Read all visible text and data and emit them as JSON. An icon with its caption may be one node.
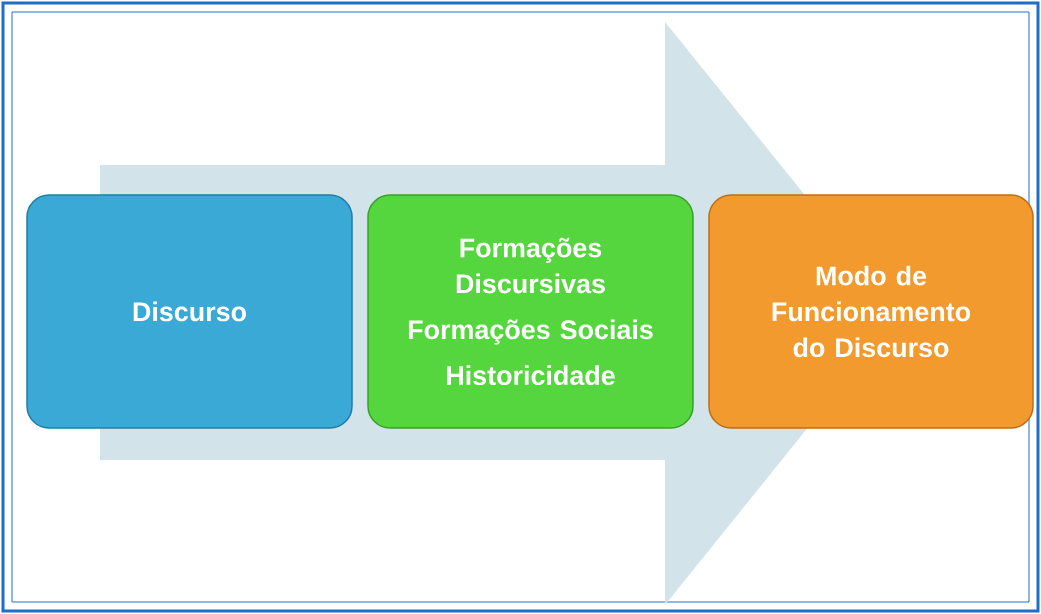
{
  "diagram": {
    "nodes": [
      {
        "text": [
          "Discurso"
        ]
      },
      {
        "text": [
          "Formações Discursivas",
          "Formações Sociais",
          "Historicidade"
        ]
      },
      {
        "text": [
          "Modo de Funcionamento do Discurso"
        ]
      }
    ],
    "edges": [
      {
        "from": 0,
        "to": 2,
        "arrow": "to"
      }
    ]
  }
}
